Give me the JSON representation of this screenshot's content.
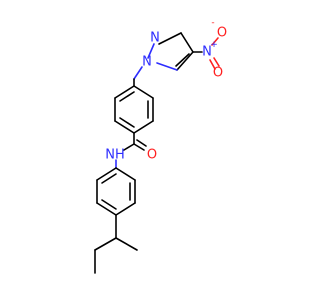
{
  "structure": {
    "atoms": {
      "pyrazole_n1": "N",
      "pyrazole_n2": "N",
      "nitro_n": "N",
      "nitro_charge": "+",
      "nitro_o_top": "O",
      "nitro_o_bottom": "O",
      "nitro_o_charge": "-",
      "amide_nh": "NH",
      "carbonyl_o": "O"
    },
    "colors": {
      "carbon": "#000000",
      "nitrogen": "#2d2dff",
      "oxygen": "#ff2020"
    }
  }
}
